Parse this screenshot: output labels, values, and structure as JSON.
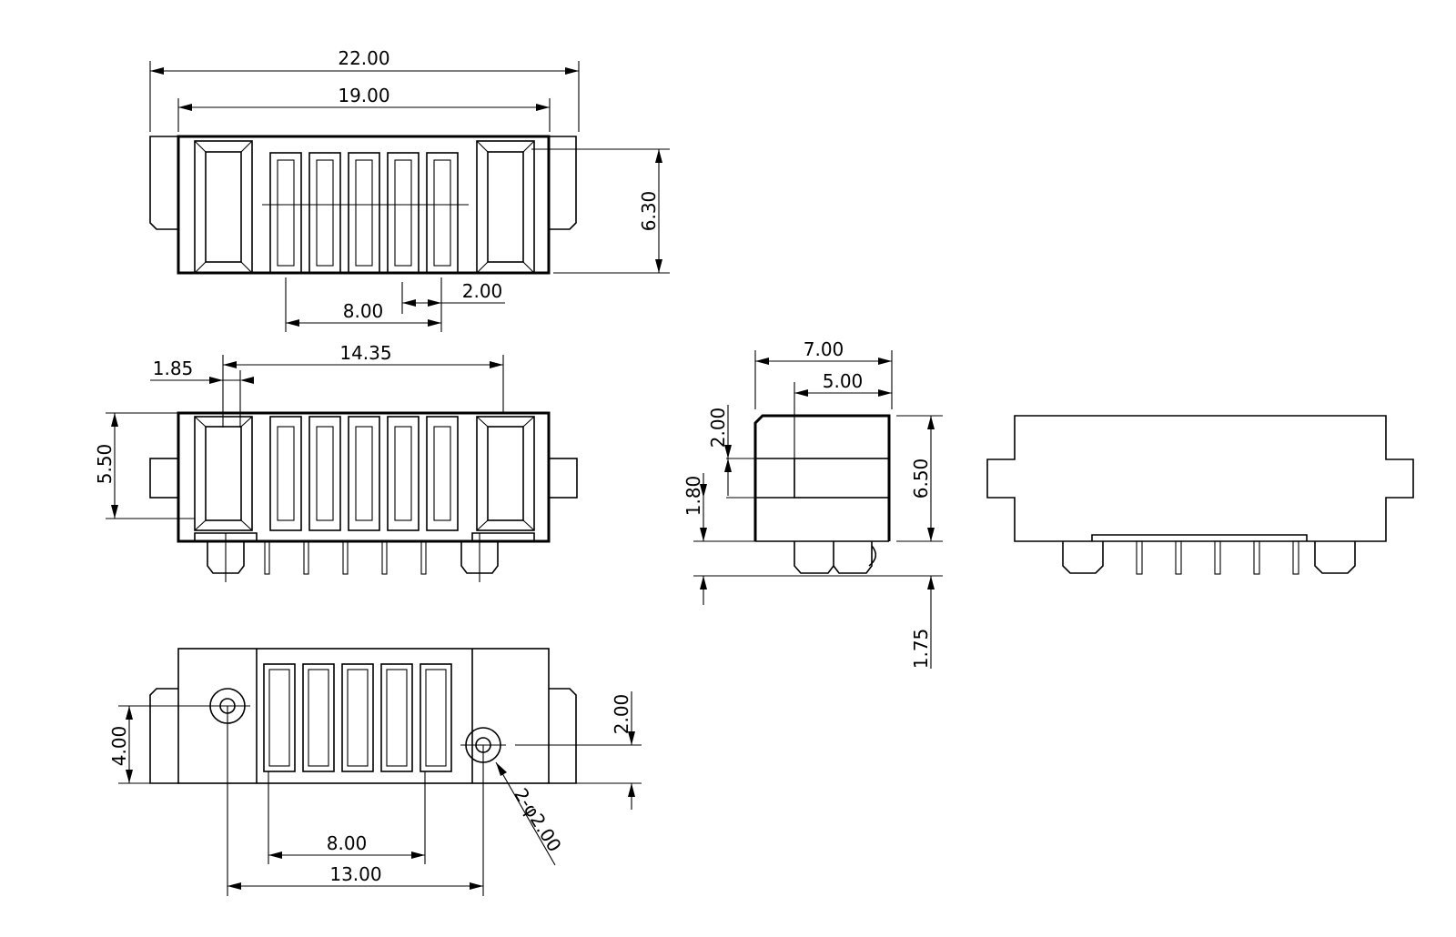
{
  "drawing": {
    "colors": {
      "line": "#000000",
      "background": "#ffffff"
    },
    "top_view": {
      "overall_width": "22.00",
      "body_width": "19.00",
      "height": "6.30",
      "span_8": "8.00",
      "pitch": "2.00"
    },
    "front_view": {
      "edge_offset": "1.85",
      "post_span": "14.35",
      "height": "5.50"
    },
    "bottom_view": {
      "hole_offset": "4.00",
      "hole_offset_right": "2.00",
      "pin_span": "8.00",
      "hole_span": "13.00",
      "hole_note": "2-φ2.00"
    },
    "side_view": {
      "depth": "7.00",
      "inner_depth": "5.00",
      "upper_height": "2.00",
      "step_height": "1.80",
      "body_height": "6.50",
      "post_height": "1.75"
    }
  }
}
